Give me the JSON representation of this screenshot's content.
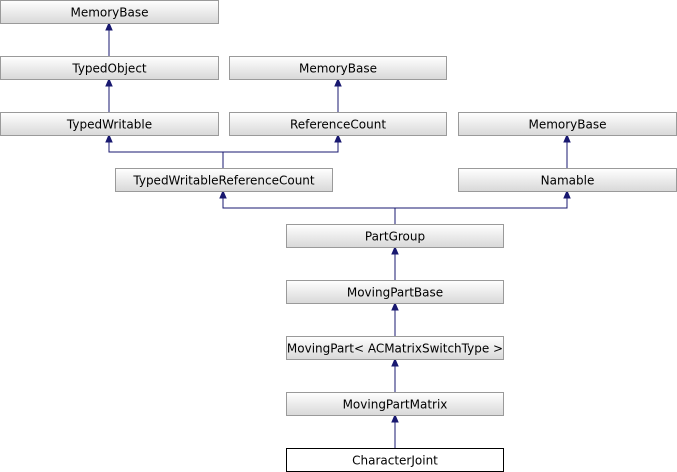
{
  "nodes": {
    "memorybase_1": {
      "label": "MemoryBase"
    },
    "typedobject": {
      "label": "TypedObject"
    },
    "memorybase_2": {
      "label": "MemoryBase"
    },
    "typedwritable": {
      "label": "TypedWritable"
    },
    "referencecount": {
      "label": "ReferenceCount"
    },
    "memorybase_3": {
      "label": "MemoryBase"
    },
    "typedwritablereferencecount": {
      "label": "TypedWritableReferenceCount"
    },
    "namable": {
      "label": "Namable"
    },
    "partgroup": {
      "label": "PartGroup"
    },
    "movingpartbase": {
      "label": "MovingPartBase"
    },
    "movingpart_acmatrix": {
      "label": "MovingPart< ACMatrixSwitchType >"
    },
    "movingpartmatrix": {
      "label": "MovingPartMatrix"
    },
    "characterjoint": {
      "label": "CharacterJoint"
    }
  },
  "edges": [
    {
      "from": "typedobject",
      "to": "memorybase_1"
    },
    {
      "from": "typedwritable",
      "to": "typedobject"
    },
    {
      "from": "referencecount",
      "to": "memorybase_2"
    },
    {
      "from": "typedwritablereferencecount",
      "to": "typedwritable"
    },
    {
      "from": "typedwritablereferencecount",
      "to": "referencecount"
    },
    {
      "from": "namable",
      "to": "memorybase_3"
    },
    {
      "from": "partgroup",
      "to": "typedwritablereferencecount"
    },
    {
      "from": "partgroup",
      "to": "namable"
    },
    {
      "from": "movingpartbase",
      "to": "partgroup"
    },
    {
      "from": "movingpart_acmatrix",
      "to": "movingpartbase"
    },
    {
      "from": "movingpartmatrix",
      "to": "movingpart_acmatrix"
    },
    {
      "from": "characterjoint",
      "to": "movingpartmatrix"
    }
  ],
  "colors": {
    "edge": "#191970",
    "box_gradient_top": "#ffffff",
    "box_gradient_bottom": "#d8d8d8",
    "focus_box_border": "#000000"
  }
}
